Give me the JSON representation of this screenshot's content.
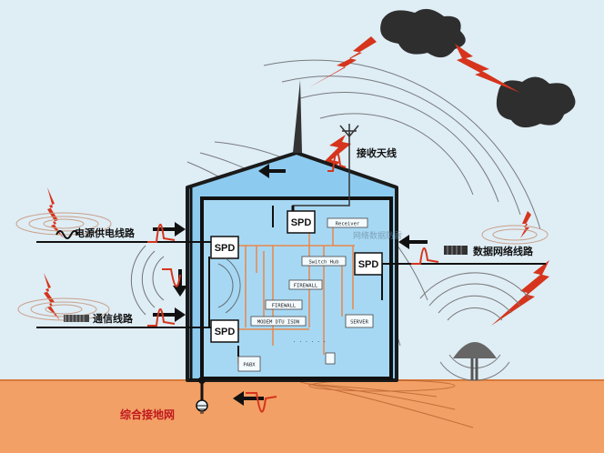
{
  "labels": {
    "power_line": "电源供电线路",
    "comm_line": "通信线路",
    "data_line": "数据网络线路",
    "antenna": "接收天线",
    "ground": "综合接地网"
  },
  "spd": {
    "top": "SPD",
    "left1": "SPD",
    "left2": "SPD",
    "right": "SPD"
  },
  "devices": {
    "receiver": "Receiver",
    "switch_hub": "Switch Hub",
    "firewall1": "FIREWALL",
    "firewall2": "FIREWALL",
    "modem": "MODEM DTU ISDN",
    "server": "SERVER",
    "pabx": "PABX"
  },
  "watermark": "网络数据防雷",
  "colors": {
    "sky": "#dfedf5",
    "ground": "#f2a065",
    "building": "#8ccbef",
    "lightning": "#d6341c",
    "cloud": "#2e2e2e",
    "wire": "#e8874b"
  }
}
